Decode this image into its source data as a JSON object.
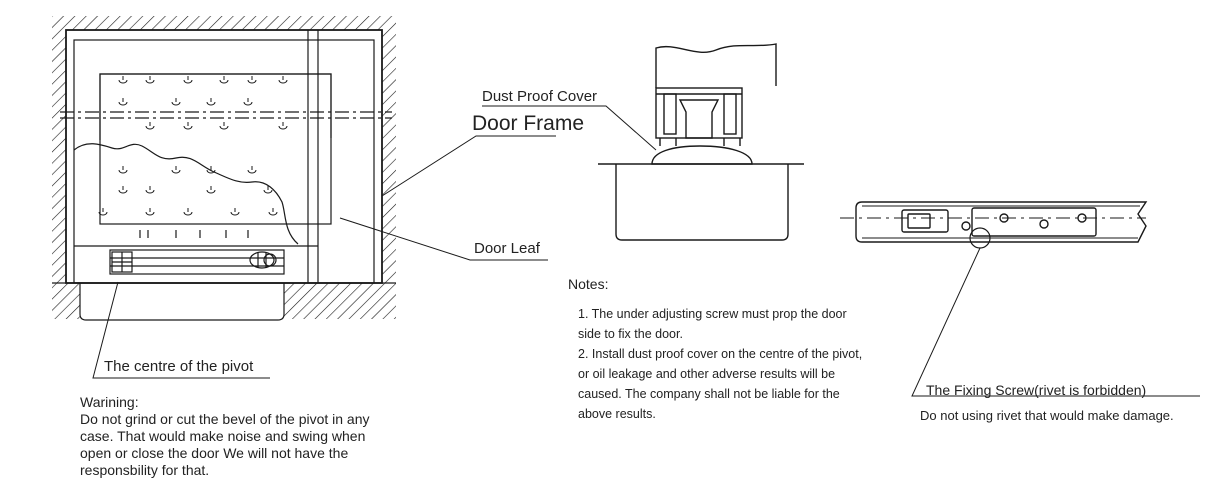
{
  "labels": {
    "dust_proof_cover": "Dust Proof Cover",
    "door_frame": "Door Frame",
    "door_leaf": "Door Leaf",
    "pivot_centre": "The centre of the pivot",
    "fixing_screw": "The Fixing Screw(rivet is forbidden)",
    "fixing_screw_note": "Do not using rivet that would make damage."
  },
  "warning": {
    "title": "Warining:",
    "lines": [
      "Do not grind or cut the bevel of the pivot in any",
      "case. That would make noise and swing when",
      "open or close the door We will not have the",
      "responsbility for that."
    ]
  },
  "notes": {
    "title": "Notes:",
    "lines": [
      "1. The under adjusting screw must prop the door",
      "side to fix the door.",
      "2. Install dust proof cover on the centre of the pivot,",
      "or oil leakage and other adverse results will be",
      "caused. The company shall not be liable for the",
      "above results."
    ]
  },
  "colors": {
    "line": "#1a1a1a",
    "text": "#222222",
    "background": "#ffffff"
  }
}
